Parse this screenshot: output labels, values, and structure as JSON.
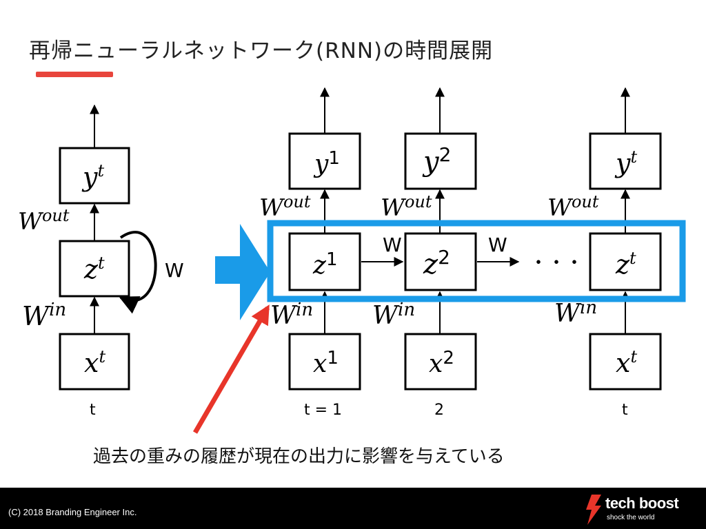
{
  "title": "再帰ニューラルネットワーク(RNN)の時間展開",
  "caption": "過去の重みの履歴が現在の出力に影響を与えている",
  "footer": {
    "copyright": "(C) 2018 Branding Engineer Inc."
  },
  "brand": {
    "name": "tech boost",
    "tagline": "shock the world"
  },
  "colors": {
    "accent_red": "#e8453c",
    "highlight_blue": "#1a9be8",
    "arrow_red": "#e8352a"
  },
  "folded": {
    "output_node": {
      "base": "y",
      "sup": "t"
    },
    "hidden_node": {
      "base": "z",
      "sup": "t"
    },
    "input_node": {
      "base": "x",
      "sup": "t"
    },
    "w_out": {
      "base": "W",
      "sup": "out"
    },
    "w_in": {
      "base": "W",
      "sup": "in"
    },
    "recurrent_weight": "W",
    "time_label": "t"
  },
  "unrolled": {
    "columns": [
      {
        "y_base": "y",
        "y_sup": "1",
        "z_base": "z",
        "z_sup": "1",
        "x_base": "x",
        "x_sup": "1",
        "w_out_base": "W",
        "w_out_sup": "out",
        "w_in_base": "W",
        "w_in_sup": "in",
        "time_label": "t = 1"
      },
      {
        "y_base": "y",
        "y_sup": "2",
        "z_base": "z",
        "z_sup": "2",
        "x_base": "x",
        "x_sup": "2",
        "w_out_base": "W",
        "w_out_sup": "out",
        "w_in_base": "W",
        "w_in_sup": "in",
        "time_label": "2"
      },
      {
        "y_base": "y",
        "y_sup": "t",
        "z_base": "z",
        "z_sup": "t",
        "x_base": "x",
        "x_sup": "t",
        "w_out_base": "W",
        "w_out_sup": "out",
        "w_in_base": "W",
        "w_in_sup": "in",
        "time_label": "t"
      }
    ],
    "recurrent_labels": [
      "W",
      "W"
    ],
    "ellipsis": "・・・"
  }
}
